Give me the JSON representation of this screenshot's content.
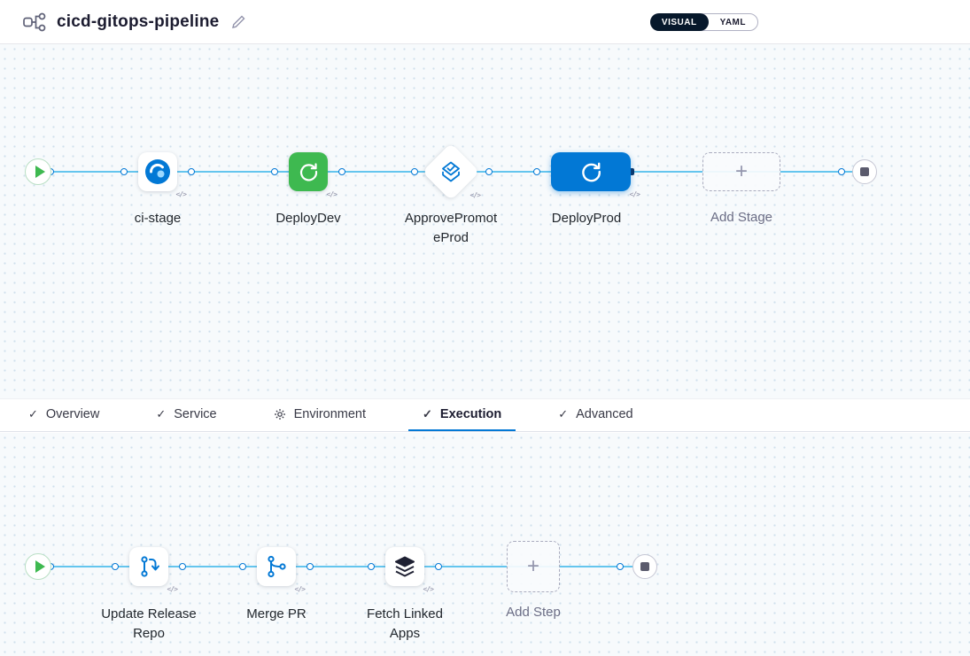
{
  "header": {
    "title": "cicd-gitops-pipeline",
    "visual_label": "VISUAL",
    "yaml_label": "YAML"
  },
  "stages": [
    {
      "label": "ci-stage",
      "type": "ci"
    },
    {
      "label": "DeployDev",
      "type": "cd"
    },
    {
      "label": "ApprovePromoteProd",
      "type": "approval"
    },
    {
      "label": "DeployProd",
      "type": "cd",
      "selected": true
    }
  ],
  "add_stage_label": "Add Stage",
  "tabs": [
    {
      "label": "Overview",
      "icon": "check"
    },
    {
      "label": "Service",
      "icon": "check"
    },
    {
      "label": "Environment",
      "icon": "environment"
    },
    {
      "label": "Execution",
      "icon": "check",
      "selected": true
    },
    {
      "label": "Advanced",
      "icon": "check"
    }
  ],
  "steps": [
    {
      "label": "Update Release Repo"
    },
    {
      "label": "Merge PR"
    },
    {
      "label": "Fetch Linked Apps"
    }
  ],
  "add_step_label": "Add Step",
  "glyphs": {
    "plus": "+",
    "check": "✓",
    "code": "</>"
  },
  "colors": {
    "accent": "#0278d5",
    "green": "#3eb950",
    "line": "#64c5ee",
    "canvas-dot": "#cfe0ec",
    "dark-pill": "#07182b",
    "text-dark": "#1c1c30",
    "text-gray": "#6b6d85"
  }
}
